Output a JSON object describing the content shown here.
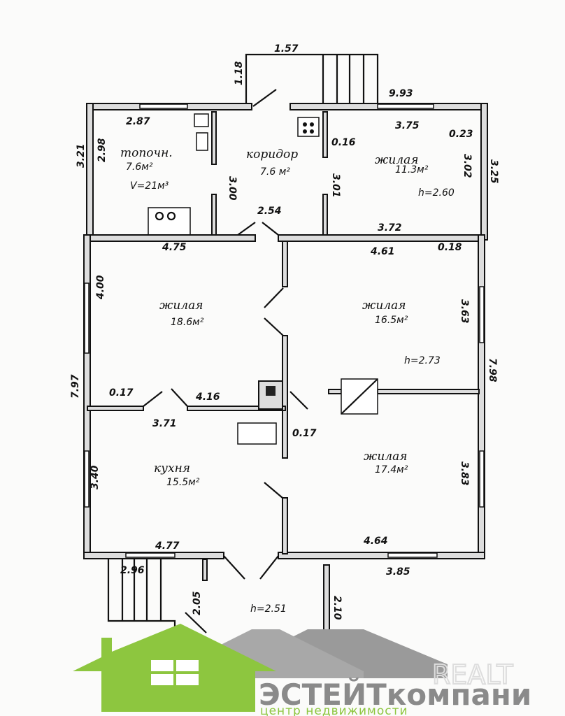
{
  "rooms": {
    "furnace": {
      "name": "топочн.",
      "area": "7.6м²",
      "volume": "V=21м³"
    },
    "corridor": {
      "name": "коридор",
      "area": "7.6 м²"
    },
    "living_ne": {
      "name": "жилая",
      "area": "11.3м²",
      "height": "h=2.60"
    },
    "living_w": {
      "name": "жилая",
      "area": "18.6м²"
    },
    "living_e": {
      "name": "жилая",
      "area": "16.5м²",
      "height": "h=2.73"
    },
    "kitchen": {
      "name": "кухня",
      "area": "15.5м²"
    },
    "living_se": {
      "name": "жилая",
      "area": "17.4м²"
    },
    "porch": {
      "height": "h=2.51"
    }
  },
  "dimensions": {
    "porch_top": "1.57",
    "porch_side": "1.18",
    "top_right": "9.93",
    "furnace_w": "2.87",
    "furnace_h": "2.98",
    "outer_left_top": "3.21",
    "furnace_inner": "3.00",
    "ne_w": "3.75",
    "wall_016": "0.16",
    "wall_023": "0.23",
    "ne_h1": "3.01",
    "ne_h2": "3.02",
    "outer_right_top": "3.25",
    "corridor_w": "2.54",
    "ne_bottom": "3.72",
    "furnace_bottom": "4.75",
    "e_w": "4.61",
    "wall_018": "0.18",
    "w_h": "4.00",
    "e_h": "3.63",
    "outer_left": "7.97",
    "outer_right": "7.98",
    "wall_017a": "0.17",
    "mid_w": "4.16",
    "kitchen_w": "3.71",
    "wall_017b": "0.17",
    "kitchen_h": "3.40",
    "se_h": "3.83",
    "kitchen_bottom": "4.77",
    "se_bottom": "4.64",
    "stairs_w": "2.96",
    "se_outer": "3.85",
    "porch_l": "2.05",
    "porch_r": "2.10"
  },
  "logo": {
    "brand": "ЭСТЕЙТкомпани",
    "tagline": "центр недвижимости",
    "watermark": "REALT",
    "colors": {
      "green": "#8dc63f",
      "gray": "#9a9a9a"
    }
  }
}
